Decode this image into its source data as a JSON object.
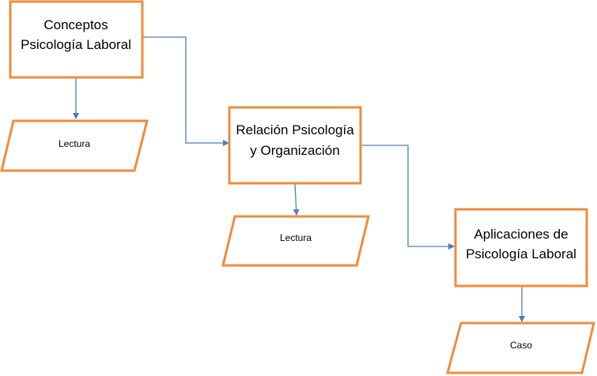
{
  "colors": {
    "shape_stroke": "#F08C3A",
    "shape_fill": "#FFFFFF",
    "connector": "#4A7EBB",
    "text": "#000000"
  },
  "boxes": [
    {
      "id": "conceptos",
      "lines": [
        "Conceptos",
        "Psicología Laboral"
      ]
    },
    {
      "id": "relacion",
      "lines": [
        "Relación Psicología",
        "y Organización"
      ]
    },
    {
      "id": "aplicaciones",
      "lines": [
        "Aplicaciones de",
        "Psicología Laboral"
      ]
    }
  ],
  "resources": [
    {
      "id": "lectura-1",
      "label": "Lectura"
    },
    {
      "id": "lectura-2",
      "label": "Lectura"
    },
    {
      "id": "caso",
      "label": "Caso"
    }
  ]
}
